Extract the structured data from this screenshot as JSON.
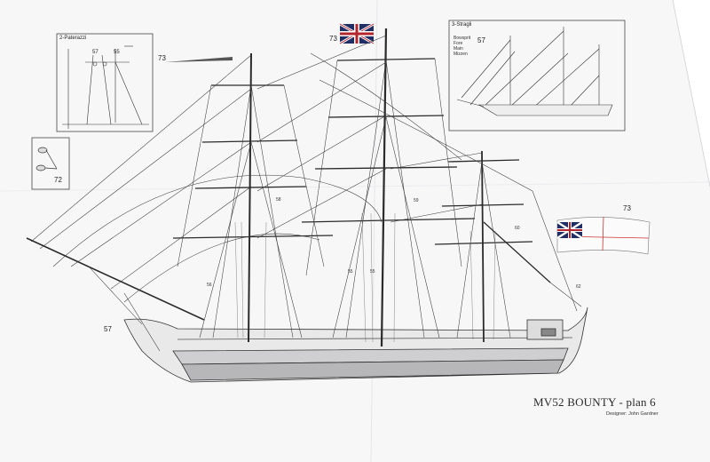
{
  "sheet": {
    "title": "MV52 BOUNTY - plan 6",
    "designer": "Designer: John Gardner"
  },
  "insets": {
    "paterazzi": {
      "title": "2-Paterazzi",
      "callout_a": "57",
      "callout_b": "55"
    },
    "straglio": {
      "title": "3-Stragli",
      "callout": "57",
      "rows": [
        "Bowsprit",
        "Fore",
        "Main",
        "Mizzen"
      ]
    },
    "detail": {
      "callout": "72"
    }
  },
  "callouts": {
    "flag_top": "73",
    "flag_right": "73",
    "pennant": "73",
    "bow": "57",
    "stern": "62"
  },
  "rigging_numbers": [
    "55",
    "55",
    "56",
    "58",
    "59",
    "60"
  ],
  "colors": {
    "paper": "#ffffff",
    "ink": "#2b2b2b",
    "flag_blue": "#1f2f66",
    "flag_red": "#b3262e"
  }
}
